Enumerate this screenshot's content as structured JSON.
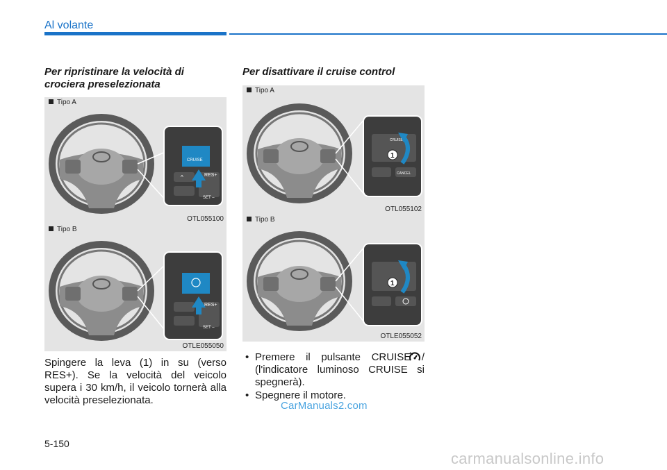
{
  "header": {
    "title": "Al volante"
  },
  "sections": {
    "left": {
      "title": "Per ripristinare la velocità di crociera preselezionata",
      "figures": [
        {
          "label": "Tipo A",
          "code": "OTL055100",
          "buttons": [
            "CRUISE",
            "RES+",
            "SET –"
          ]
        },
        {
          "label": "Tipo B",
          "code": "OTLE055050",
          "buttons": [
            "RES+",
            "SET –"
          ]
        }
      ],
      "paragraph": "Spingere la leva (1) in su (verso RES+). Se la velocità del veicolo supera i 30 km/h, il veicolo tornerà alla velocità preselezionata."
    },
    "right": {
      "title": "Per disattivare il cruise control",
      "figures": [
        {
          "label": "Tipo A",
          "code": "OTL055102",
          "callout": "1",
          "buttons": [
            "CRUISE",
            "CANCEL"
          ]
        },
        {
          "label": "Tipo B",
          "code": "OTLE055052",
          "callout": "1"
        }
      ],
      "bullets": [
        "Premere il pulsante CRUISE / (l'indicatore luminoso CRUISE si spegnerà).",
        "Spegnere il motore."
      ]
    }
  },
  "watermark": "CarManuals2.com",
  "page_number": "5-150",
  "footer_watermark": "carmanualsonline.info",
  "colors": {
    "accent": "#1a73c8",
    "figure_bg": "#e4e4e4",
    "highlight": "#1f88c4"
  },
  "icons": [
    "cruise-indicator-icon",
    "steering-wheel-illustration",
    "arrow-up-icon"
  ]
}
